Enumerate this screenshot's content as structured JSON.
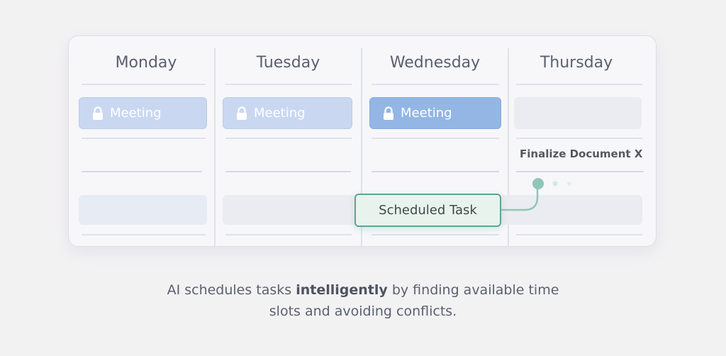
{
  "calendar": {
    "days": [
      "Monday",
      "Tuesday",
      "Wednesday",
      "Thursday"
    ],
    "meetings": [
      {
        "label": "Meeting",
        "icon": "lock-icon"
      },
      {
        "label": "Meeting",
        "icon": "lock-icon"
      },
      {
        "label": "Meeting",
        "icon": "lock-icon"
      }
    ],
    "task": "Finalize Document X",
    "scheduled_task": "Scheduled Task"
  },
  "caption": {
    "prefix": "AI schedules tasks ",
    "emphasis": "intelligently",
    "suffix": " by finding available time",
    "line2": "slots and avoiding conflicts."
  },
  "colors": {
    "meeting": "#c9d8f0",
    "meeting_active": "#93b6e4",
    "scheduled_accent": "#5fa58f",
    "scheduled_fill": "#e9f3ee"
  }
}
